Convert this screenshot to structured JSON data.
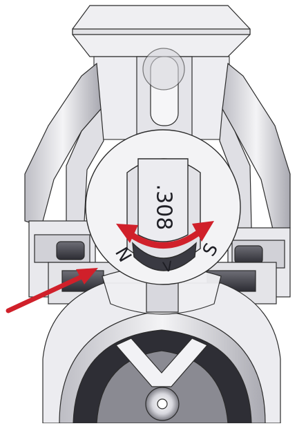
{
  "dial": {
    "caliber_label": ".308",
    "position_left_label": "N",
    "position_middle_label": "V",
    "position_right_label": "S"
  },
  "colors": {
    "arrow": "#d0202a",
    "outline": "#2b2b2b",
    "part_fill": "#f2f2f4",
    "shade": "#c9c9cf",
    "background": "#ffffff"
  }
}
